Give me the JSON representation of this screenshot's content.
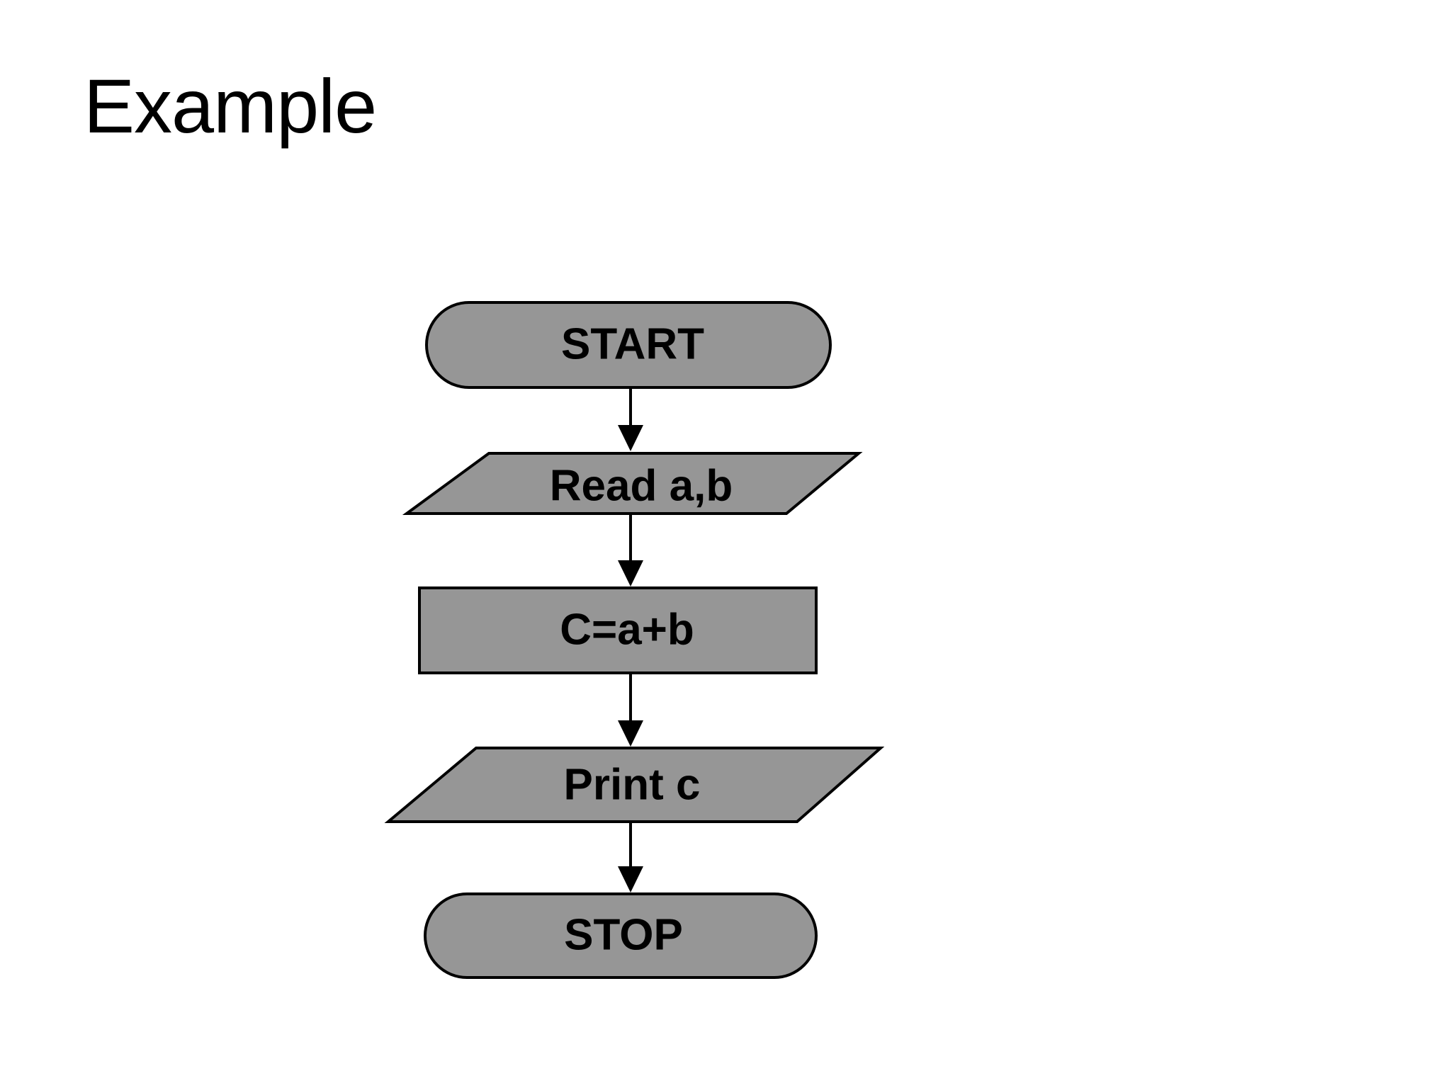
{
  "slide": {
    "title": "Example",
    "background_color": "#ffffff"
  },
  "theme": {
    "node_fill": "#969696",
    "node_stroke": "#000000",
    "label_color": "#000000",
    "connector_color": "#000000"
  },
  "flowchart": {
    "nodes": [
      {
        "id": "start",
        "label": "START",
        "shape": "terminator"
      },
      {
        "id": "read",
        "label": "Read a,b",
        "shape": "parallelogram"
      },
      {
        "id": "calc",
        "label": "C=a+b",
        "shape": "rectangle"
      },
      {
        "id": "print",
        "label": "Print c",
        "shape": "parallelogram"
      },
      {
        "id": "stop",
        "label": "STOP",
        "shape": "terminator"
      }
    ],
    "connectors": [
      {
        "from": "start",
        "to": "read",
        "style": "arrow-down"
      },
      {
        "from": "read",
        "to": "calc",
        "style": "arrow-down"
      },
      {
        "from": "calc",
        "to": "print",
        "style": "arrow-down"
      },
      {
        "from": "print",
        "to": "stop",
        "style": "arrow-down"
      }
    ]
  }
}
